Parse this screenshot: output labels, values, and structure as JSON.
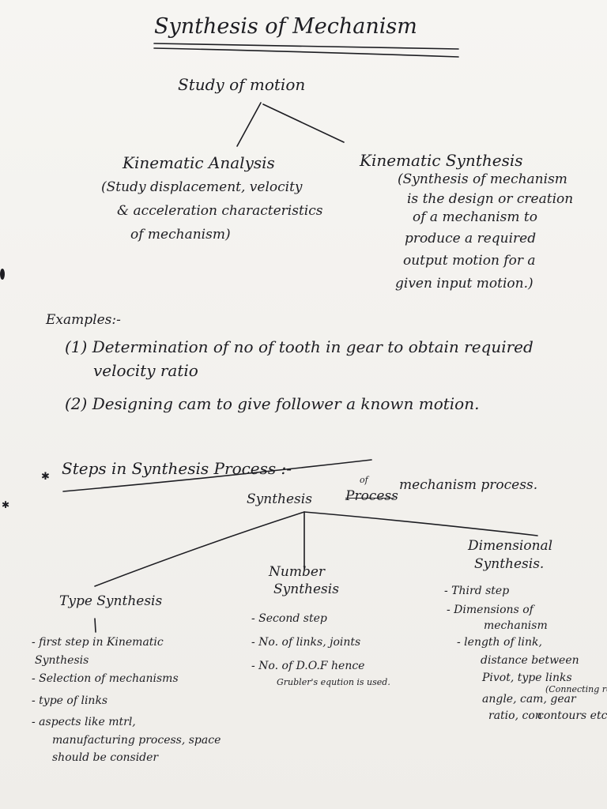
{
  "title": "Synthesis of Mechanism",
  "study_of_motion": "Study of motion",
  "kinematic_analysis": {
    "heading": "Kinematic Analysis",
    "lines": [
      "(Study displacement, velocity",
      "& acceleration characteristics",
      "of mechanism)"
    ]
  },
  "kinematic_synthesis": {
    "heading": "Kinematic Synthesis",
    "lines": [
      "(Synthesis of mechanism",
      "is the design or creation",
      "of a mechanism to",
      "produce a required",
      "output motion for a",
      "given input motion.)"
    ]
  },
  "examples": {
    "heading": "Examples:-",
    "items": [
      "(1) Determination of no of tooth in gear to obtain required",
      "velocity ratio",
      "(2) Designing cam to give follower a known motion."
    ]
  },
  "steps_heading": "Steps in Synthesis Process :-",
  "synthesis_process": {
    "left": "Synthesis",
    "struck": "Process",
    "inserted": "of",
    "right": "mechanism process."
  },
  "type_synthesis": {
    "heading": "Type Synthesis",
    "items": [
      "- first step in Kinematic",
      "Synthesis",
      "- Selection of mechanisms",
      "- type of links",
      "- aspects like mtrl,",
      "manufacturing process, space",
      "should be consider"
    ]
  },
  "number_synthesis": {
    "heading_1": "Number",
    "heading_2": "Synthesis",
    "items": [
      "- Second step",
      "- No. of links, joints",
      "- No. of D.O.F hence",
      "Grubler's eqution is used."
    ]
  },
  "dimensional_synthesis": {
    "heading_1": "Dimensional",
    "heading_2": "Synthesis.",
    "items": [
      "- Third step",
      "- Dimensions of",
      "mechanism",
      "- length of link,",
      "distance between",
      "Pivot, type links",
      "(Connecting rod)",
      "angle, cam, gear",
      "ratio, con",
      "contours etc"
    ]
  }
}
